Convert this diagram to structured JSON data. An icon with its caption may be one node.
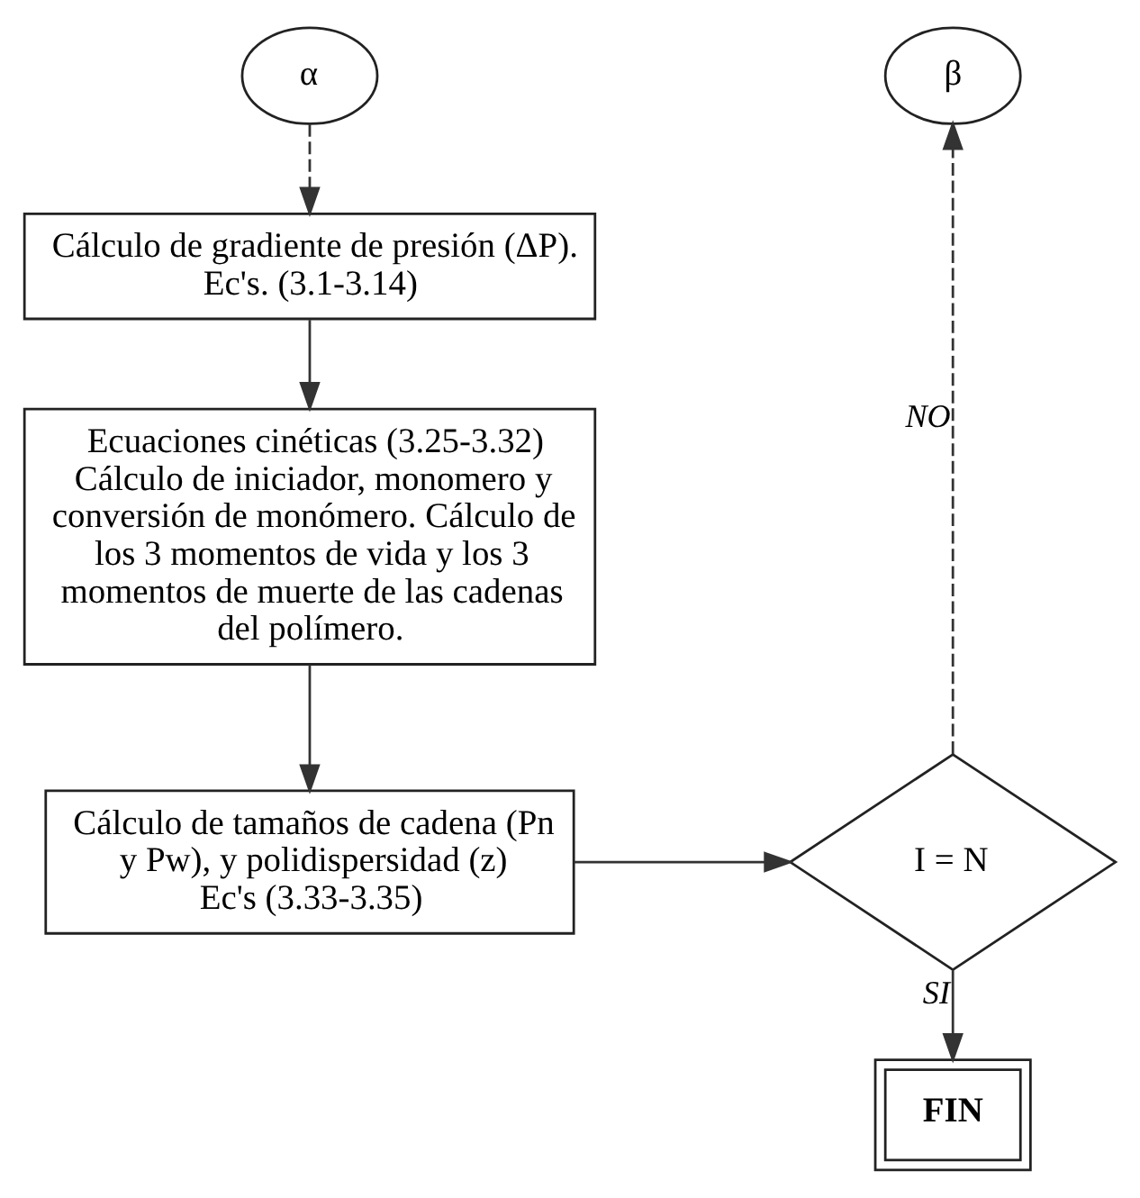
{
  "diagram": {
    "nodes": [
      {
        "text": [
          "α"
        ]
      },
      {
        "text": [
          "Cálculo de gradiente de presión (ΔP). Ec's. (3.1-3.14)"
        ]
      },
      {
        "text": [
          "Ecuaciones cinéticas (3.25-3.32) Cálculo de iniciador, monomero y conversión de monómero. Cálculo de los 3 momentos de vida y los 3 momentos de muerte de las cadenas del polímero."
        ]
      },
      {
        "text": [
          "Cálculo de tamaños de cadena (Pn y Pw), y polidispersidad (z) Ec's (3.33-3.35)"
        ]
      },
      {
        "text": [
          "β"
        ]
      },
      {
        "text": [
          "I = N"
        ]
      },
      {
        "text": [
          "FIN"
        ]
      }
    ],
    "edges": [
      {
        "from": 0,
        "to": 1,
        "arrow": "to",
        "style": "dashed"
      },
      {
        "from": 1,
        "to": 2,
        "arrow": "to"
      },
      {
        "from": 2,
        "to": 3,
        "arrow": "to"
      },
      {
        "from": 3,
        "to": 5,
        "arrow": "to"
      },
      {
        "from": 5,
        "to": 4,
        "arrow": "to",
        "label": "NO",
        "style": "dashed"
      },
      {
        "from": 5,
        "to": 6,
        "arrow": "to",
        "label": "SI"
      }
    ]
  }
}
